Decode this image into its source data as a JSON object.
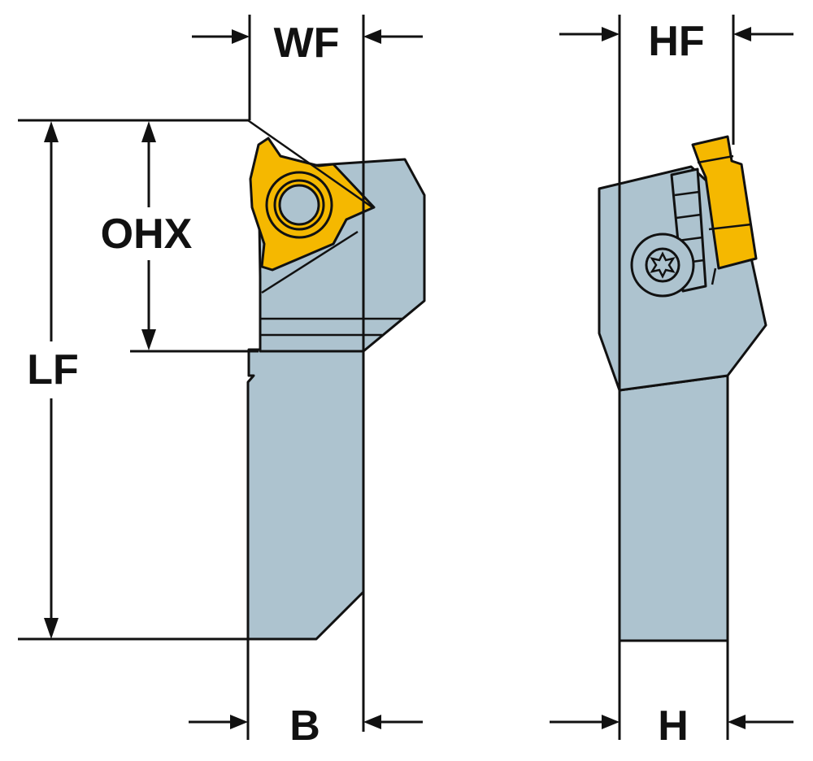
{
  "labels": {
    "wf": "WF",
    "hf": "HF",
    "ohx": "OHX",
    "lf": "LF",
    "b": "B",
    "h": "H"
  },
  "colors": {
    "body": "#adc3cf",
    "insert": "#f5b800",
    "line": "#111111",
    "background": "#ffffff"
  },
  "icons": {
    "screw": "torx-screw-icon"
  }
}
